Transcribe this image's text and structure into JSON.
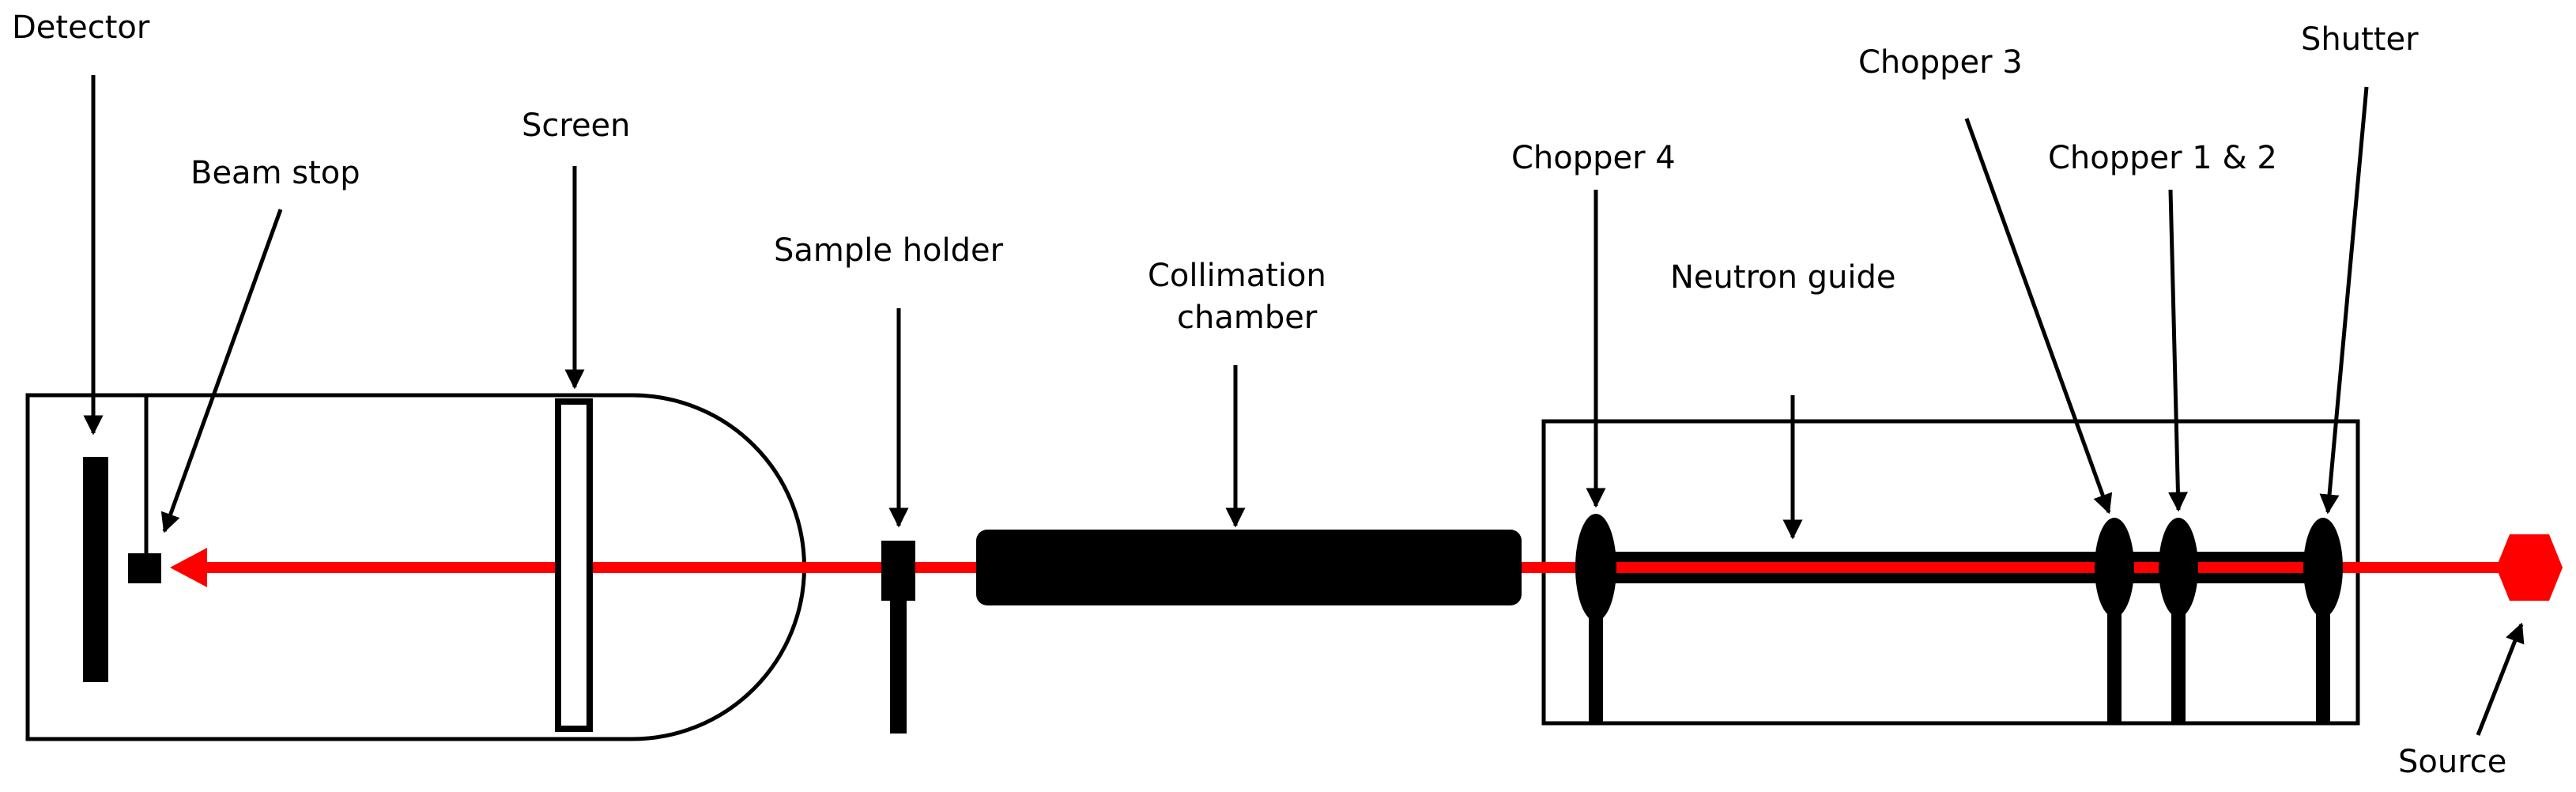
{
  "labels": {
    "detector": "Detector",
    "beam_stop": "Beam stop",
    "screen": "Screen",
    "sample_holder": "Sample holder",
    "collimation_line1": "Collimation",
    "collimation_line2": "chamber",
    "chopper4": "Chopper 4",
    "neutron_guide": "Neutron guide",
    "chopper3": "Chopper 3",
    "chopper12": "Chopper 1 & 2",
    "shutter": "Shutter",
    "source": "Source"
  },
  "colors": {
    "beam": "#ff0000",
    "outline": "#000000",
    "component": "#000000",
    "background": "#ffffff"
  }
}
